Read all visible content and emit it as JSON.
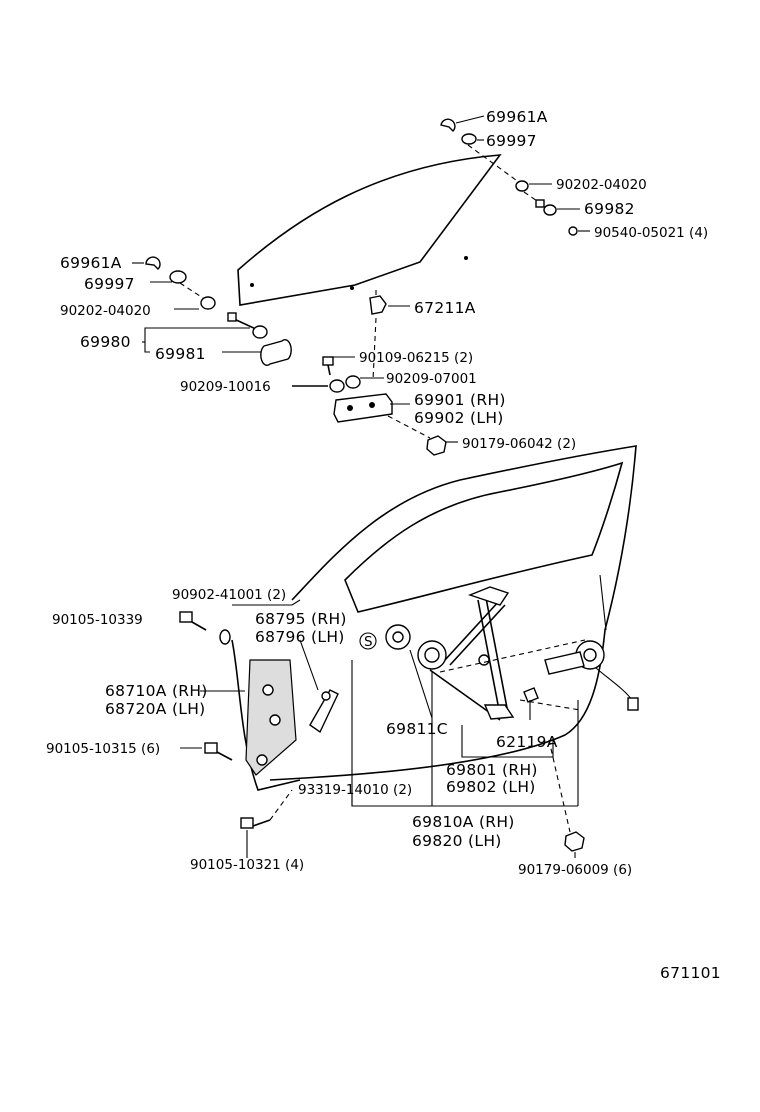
{
  "labels": {
    "top_69961a": "69961A",
    "top_69997": "69997",
    "top_90202": "90202-04020",
    "top_69982": "69982",
    "top_90540": "90540-05021 (4)",
    "left_69961a": "69961A",
    "left_69997": "69997",
    "left_90202": "90202-04020",
    "p_69980": "69980",
    "p_69981": "69981",
    "p_67211a": "67211A",
    "p_90109": "90109-06215 (2)",
    "p_90209_10016": "90209-10016",
    "p_90209_07001": "90209-07001",
    "p_69901": "69901 (RH)",
    "p_69902": "69902 (LH)",
    "p_90179_06042": "90179-06042 (2)",
    "p_90902": "90902-41001 (2)",
    "p_90105_10339": "90105-10339",
    "p_68795": "68795 (RH)",
    "p_68796": "68796 (LH)",
    "p_68710a": "68710A (RH)",
    "p_68720a": "68720A (LH)",
    "p_90105_10315": "90105-10315 (6)",
    "p_69811c": "69811C",
    "p_62119a": "62119A",
    "p_69801": "69801 (RH)",
    "p_69802": "69802 (LH)",
    "p_93319": "93319-14010 (2)",
    "p_69810a": "69810A (RH)",
    "p_69820": "69820   (LH)",
    "p_90105_10321": "90105-10321 (4)",
    "p_90179_06009": "90179-06009 (6)",
    "s_mark": "S",
    "figure_number": "671101"
  }
}
